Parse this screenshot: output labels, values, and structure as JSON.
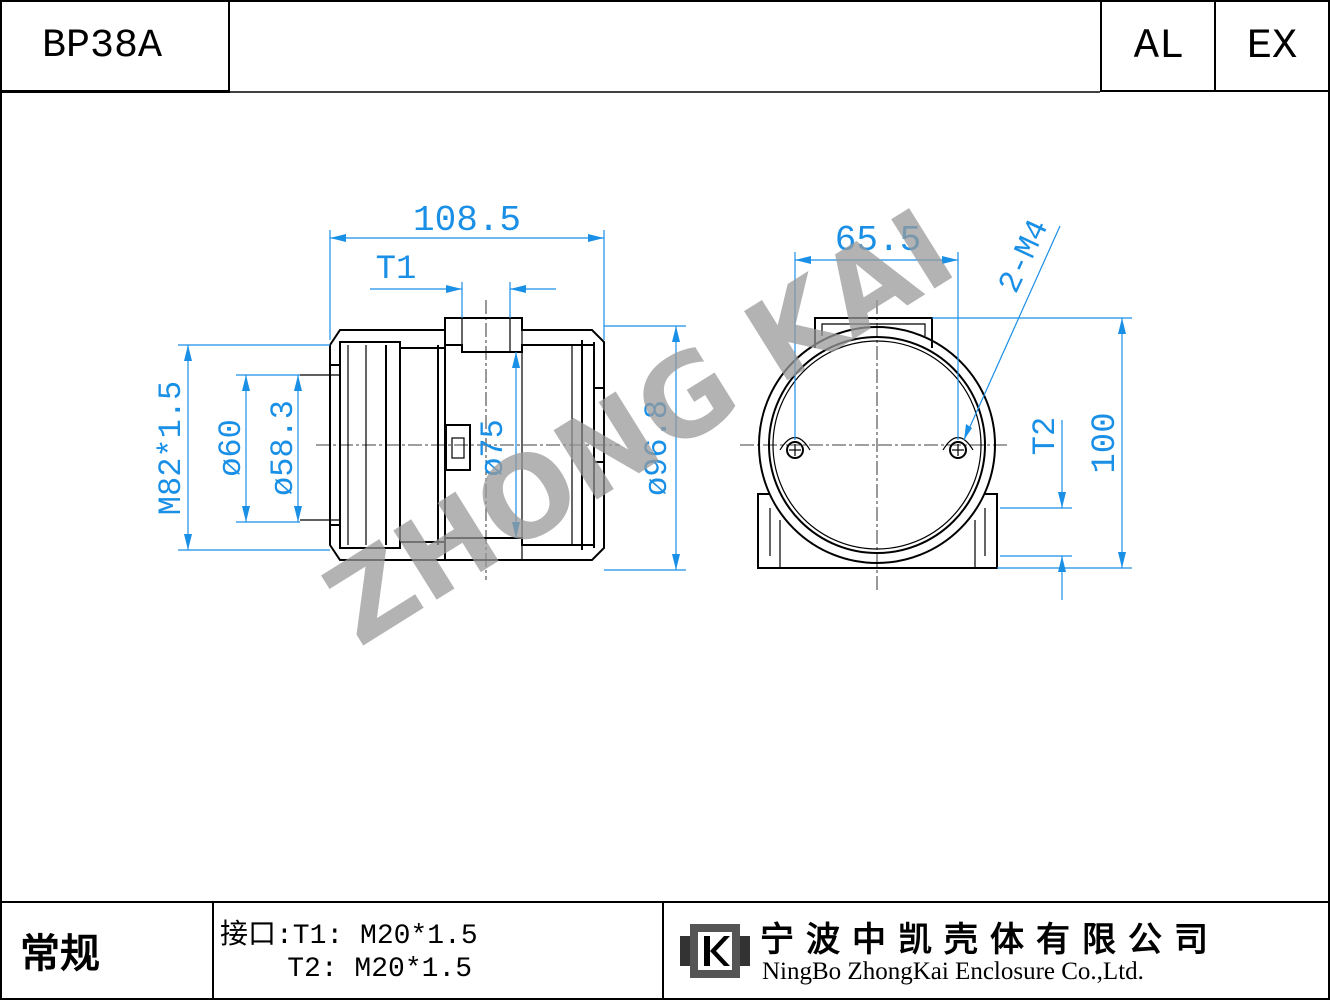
{
  "header": {
    "model": "BP38A",
    "material": "AL",
    "rating": "EX"
  },
  "drawing": {
    "watermark": "ZHONG KAI",
    "side_view": {
      "length": "108.5",
      "port_t1": "T1",
      "thread": "M82*1.5",
      "dia_60": "ø60",
      "dia_58": "ø58.3",
      "dia_75": "ø75",
      "dia_96": "ø96.8"
    },
    "front_view": {
      "width": "65.5",
      "screws": "2-M4",
      "port_t2": "T2",
      "height": "100"
    }
  },
  "footer": {
    "category": "常规",
    "ports_line1": "接口:T1: M20*1.5",
    "ports_line2": "    T2: M20*1.5",
    "company_cn": "宁波中凯壳体有限公司",
    "company_en": "NingBo ZhongKai Enclosure Co.,Ltd."
  },
  "colors": {
    "dimension": "#1a8fe6",
    "outline": "#000000",
    "watermark": "#9a9a9a"
  }
}
